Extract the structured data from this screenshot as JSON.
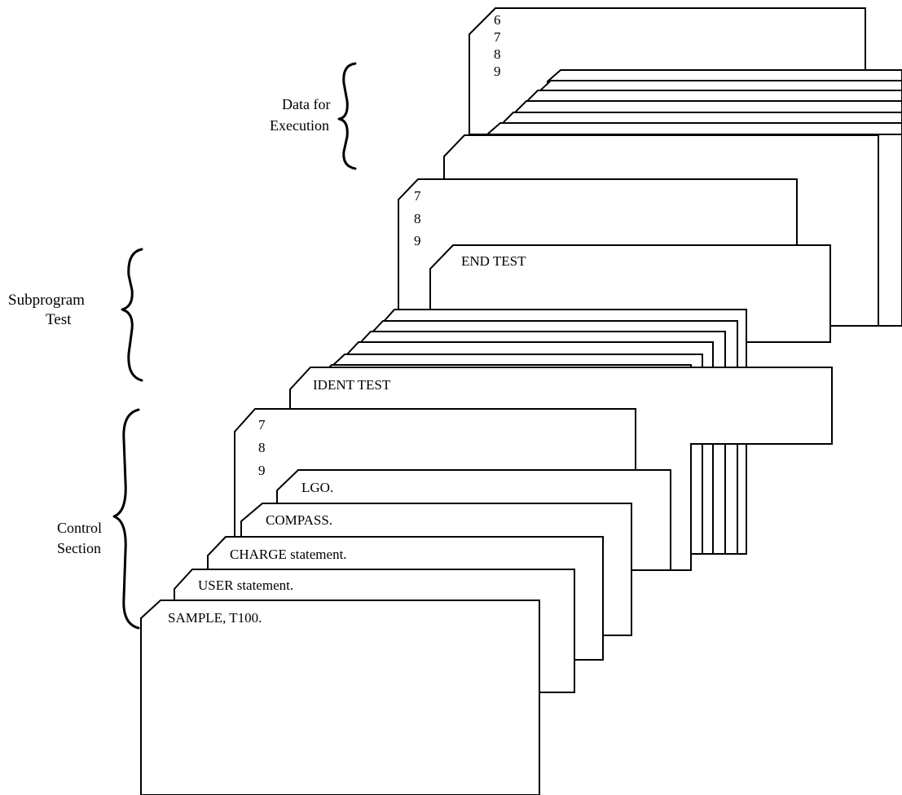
{
  "sections": {
    "data_for_execution": [
      "Data for",
      "Execution"
    ],
    "subprogram_test": [
      "Subprogram",
      "Test"
    ],
    "control_section": [
      "Control",
      "Section"
    ]
  },
  "cards": {
    "sample": "SAMPLE, T100.",
    "user": "USER statement.",
    "charge": "CHARGE statement.",
    "compass": "COMPASS.",
    "lgo": "LGO.",
    "ident_test": "IDENT TEST",
    "end_test": "END TEST"
  },
  "punches": {
    "eor_control": [
      "7",
      "8",
      "9"
    ],
    "eor_subprogram": [
      "7",
      "8",
      "9"
    ],
    "eof_data": [
      "6",
      "7",
      "8",
      "9"
    ]
  }
}
